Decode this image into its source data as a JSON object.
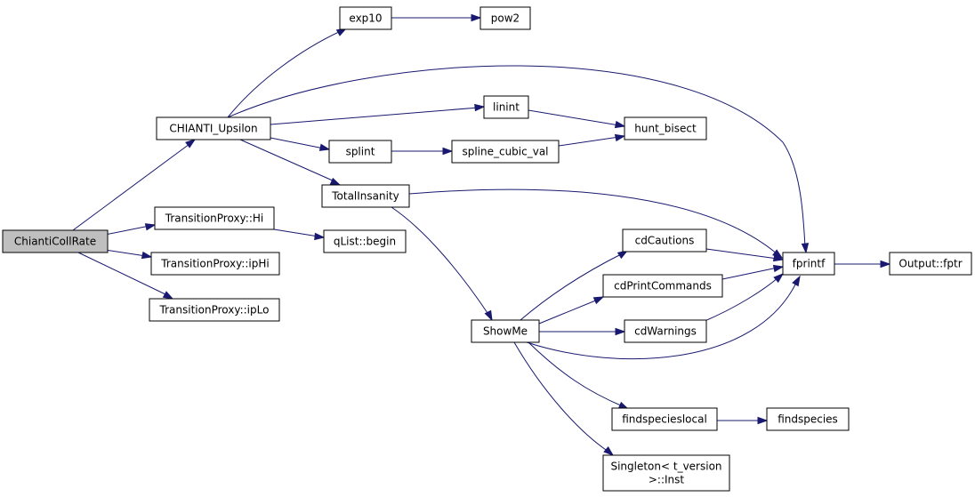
{
  "graph": {
    "nodes": [
      {
        "id": "chianticollrate",
        "lines": [
          "ChiantiCollRate"
        ],
        "root": true
      },
      {
        "id": "chianti_upsilon",
        "lines": [
          "CHIANTI_Upsilon"
        ]
      },
      {
        "id": "exp10",
        "lines": [
          "exp10"
        ]
      },
      {
        "id": "pow2",
        "lines": [
          "pow2"
        ]
      },
      {
        "id": "linint",
        "lines": [
          "linint"
        ]
      },
      {
        "id": "hunt_bisect",
        "lines": [
          "hunt_bisect"
        ]
      },
      {
        "id": "splint",
        "lines": [
          "splint"
        ]
      },
      {
        "id": "spline_cubic_val",
        "lines": [
          "spline_cubic_val"
        ]
      },
      {
        "id": "totalinsanity",
        "lines": [
          "TotalInsanity"
        ]
      },
      {
        "id": "transitionproxy_hi",
        "lines": [
          "TransitionProxy::Hi"
        ]
      },
      {
        "id": "qlist_begin",
        "lines": [
          "qList::begin"
        ]
      },
      {
        "id": "transitionproxy_iphi",
        "lines": [
          "TransitionProxy::ipHi"
        ]
      },
      {
        "id": "transitionproxy_iplo",
        "lines": [
          "TransitionProxy::ipLo"
        ]
      },
      {
        "id": "cdcautions",
        "lines": [
          "cdCautions"
        ]
      },
      {
        "id": "fprintf",
        "lines": [
          "fprintf"
        ]
      },
      {
        "id": "output_fptr",
        "lines": [
          "Output::fptr"
        ]
      },
      {
        "id": "cdprintcommands",
        "lines": [
          "cdPrintCommands"
        ]
      },
      {
        "id": "showme",
        "lines": [
          "ShowMe"
        ]
      },
      {
        "id": "cdwarnings",
        "lines": [
          "cdWarnings"
        ]
      },
      {
        "id": "findspecieslocal",
        "lines": [
          "findspecieslocal"
        ]
      },
      {
        "id": "findspecies",
        "lines": [
          "findspecies"
        ]
      },
      {
        "id": "singleton_inst",
        "lines": [
          "Singleton< t_version",
          ">::Inst"
        ]
      }
    ],
    "edges": [
      {
        "from": "chianticollrate",
        "to": "chianti_upsilon"
      },
      {
        "from": "chianticollrate",
        "to": "transitionproxy_hi"
      },
      {
        "from": "chianticollrate",
        "to": "transitionproxy_iphi"
      },
      {
        "from": "chianticollrate",
        "to": "transitionproxy_iplo"
      },
      {
        "from": "chianti_upsilon",
        "to": "exp10"
      },
      {
        "from": "chianti_upsilon",
        "to": "fprintf"
      },
      {
        "from": "chianti_upsilon",
        "to": "linint"
      },
      {
        "from": "chianti_upsilon",
        "to": "splint"
      },
      {
        "from": "chianti_upsilon",
        "to": "totalinsanity"
      },
      {
        "from": "exp10",
        "to": "pow2"
      },
      {
        "from": "linint",
        "to": "hunt_bisect"
      },
      {
        "from": "splint",
        "to": "spline_cubic_val"
      },
      {
        "from": "spline_cubic_val",
        "to": "hunt_bisect"
      },
      {
        "from": "totalinsanity",
        "to": "fprintf"
      },
      {
        "from": "totalinsanity",
        "to": "showme"
      },
      {
        "from": "transitionproxy_hi",
        "to": "qlist_begin"
      },
      {
        "from": "showme",
        "to": "cdcautions"
      },
      {
        "from": "showme",
        "to": "cdprintcommands"
      },
      {
        "from": "showme",
        "to": "cdwarnings"
      },
      {
        "from": "showme",
        "to": "fprintf"
      },
      {
        "from": "showme",
        "to": "findspecieslocal"
      },
      {
        "from": "showme",
        "to": "singleton_inst"
      },
      {
        "from": "cdcautions",
        "to": "fprintf"
      },
      {
        "from": "cdprintcommands",
        "to": "fprintf"
      },
      {
        "from": "cdwarnings",
        "to": "fprintf"
      },
      {
        "from": "fprintf",
        "to": "output_fptr"
      },
      {
        "from": "findspecieslocal",
        "to": "findspecies"
      }
    ]
  }
}
